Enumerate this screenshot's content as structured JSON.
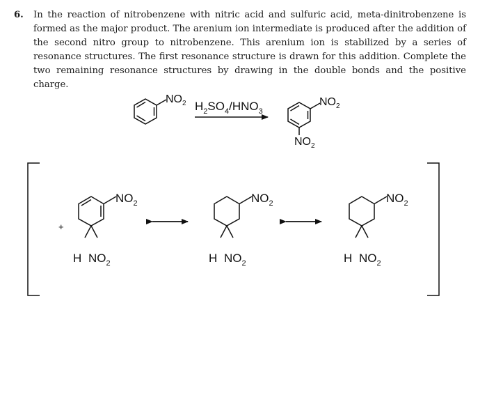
{
  "question": {
    "number": "6.",
    "text": "In the reaction of nitrobenzene with nitric acid and sulfuric acid, meta-dinitrobenzene is formed as the major product. The arenium ion intermediate is produced after the addition of the second nitro group to nitrobenzene. This arenium ion is stabilized by a series of resonance structures. The first resonance structure is drawn for this addition. Complete the two remaining resonance structures by drawing in the double bonds and the positive charge."
  },
  "reaction": {
    "reactant_group": "NO",
    "reactant_group_sub": "2",
    "reagent_parts": [
      "H",
      "2",
      "SO",
      "4",
      "/HNO",
      "3"
    ],
    "product_top_group": "NO",
    "product_top_group_sub": "2",
    "product_bottom_group": "NO",
    "product_bottom_group_sub": "2"
  },
  "resonance": {
    "structures": [
      {
        "top_group": "NO",
        "top_sub": "2",
        "h_label": "H",
        "bottom_group": "NO",
        "bottom_sub": "2",
        "charge": "+"
      },
      {
        "top_group": "NO",
        "top_sub": "2",
        "h_label": "H",
        "bottom_group": "NO",
        "bottom_sub": "2"
      },
      {
        "top_group": "NO",
        "top_sub": "2",
        "h_label": "H",
        "bottom_group": "NO",
        "bottom_sub": "2"
      }
    ]
  }
}
